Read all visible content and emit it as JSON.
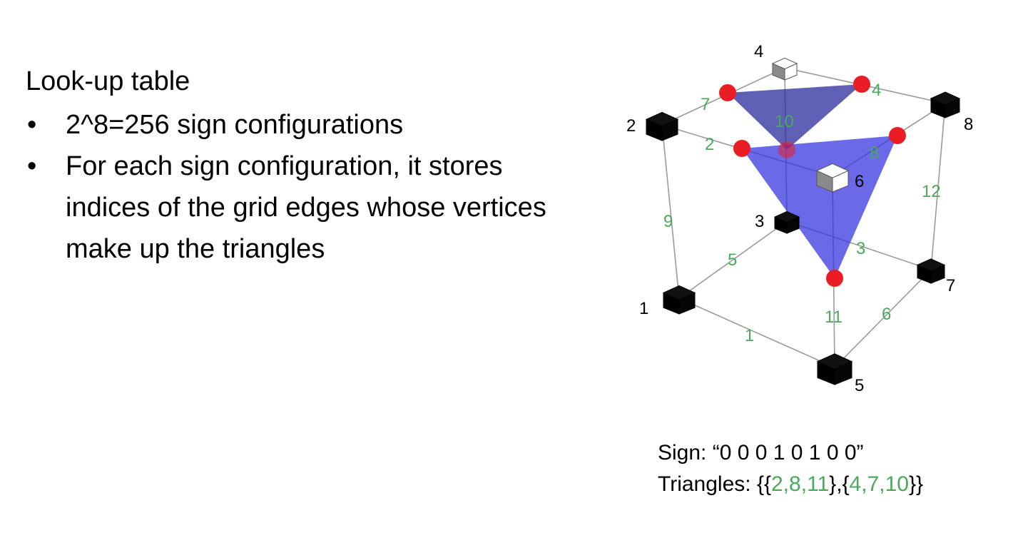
{
  "slide": {
    "heading": "Look-up table",
    "bullets": [
      "2^8=256 sign configurations",
      "For each sign configuration, it stores indices of the grid edges whose vertices make up the triangles"
    ],
    "bullet_symbol": "•"
  },
  "cube": {
    "corner_labels": [
      "1",
      "2",
      "3",
      "4",
      "5",
      "6",
      "7",
      "8"
    ],
    "corner_signs": [
      "0",
      "0",
      "0",
      "1",
      "0",
      "1",
      "0",
      "0"
    ],
    "edge_labels": [
      "1",
      "2",
      "3",
      "4",
      "5",
      "6",
      "7",
      "8",
      "9",
      "10",
      "11",
      "12"
    ],
    "colors": {
      "edge_label": "#4aaa5a",
      "triangle_fill": "#3030e0",
      "triangle_back_fill": "#2a2a9e",
      "intersection_point": "#ea1c24",
      "corner_inside": "#000000",
      "corner_outside": "#ffffff"
    }
  },
  "caption": {
    "sign_prefix": "Sign: ",
    "sign_value": "“0 0 0 1 0 1 0 0”",
    "triangles_prefix": "Triangles: {{",
    "tri1": "2,8,11",
    "between": "},{",
    "tri2": "4,7,10",
    "suffix": "}}"
  }
}
